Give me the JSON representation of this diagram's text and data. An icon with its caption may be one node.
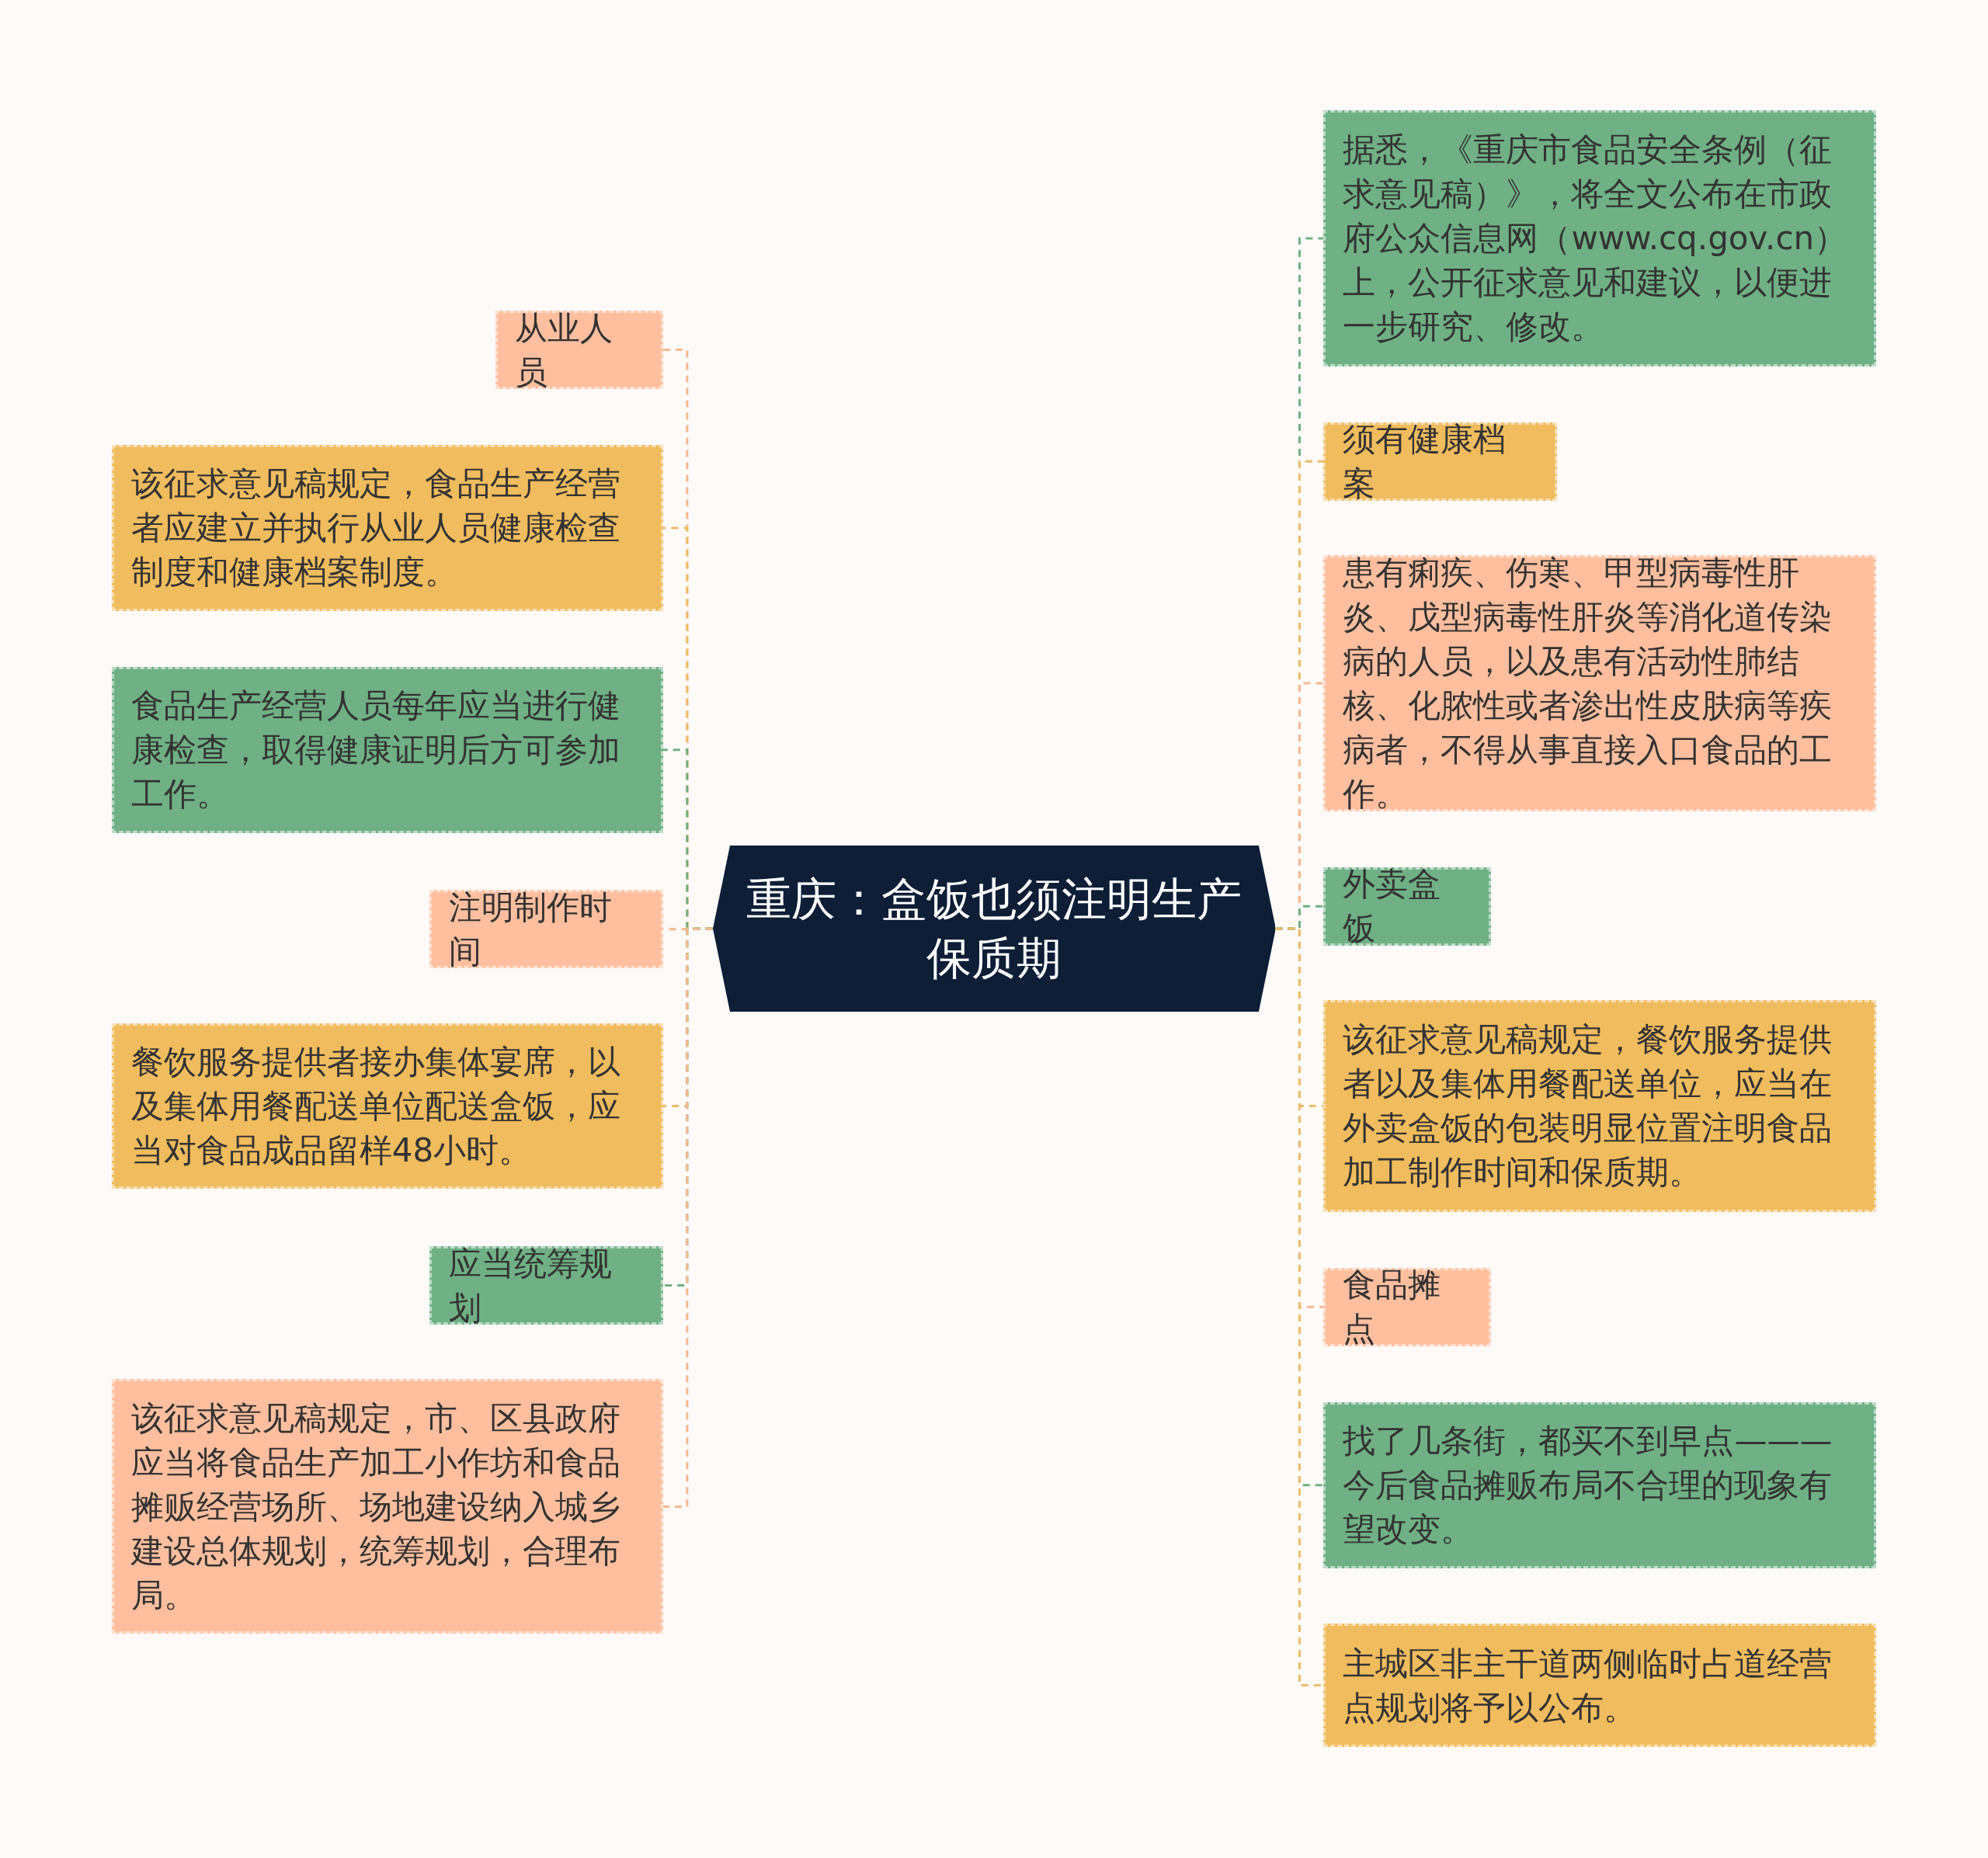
{
  "diagram": {
    "nodes": [
      {
        "text": [
          "重庆：盒饭也须注明生产保质期"
        ]
      },
      {
        "text": [
          "从业人员"
        ]
      },
      {
        "text": [
          "该征求意见稿规定，食品生产经营者应建立并执行从业人员健康检查制度和健康档案制度。"
        ]
      },
      {
        "text": [
          "食品生产经营人员每年应当进行健康检查，取得健康证明后方可参加工作。"
        ]
      },
      {
        "text": [
          "注明制作时间"
        ]
      },
      {
        "text": [
          "餐饮服务提供者接办集体宴席，以及集体用餐配送单位配送盒饭，应当对食品成品留样48小时。"
        ]
      },
      {
        "text": [
          "应当统筹规划"
        ]
      },
      {
        "text": [
          "该征求意见稿规定，市、区县政府应当将食品生产加工小作坊和食品摊贩经营场所、场地建设纳入城乡建设总体规划，统筹规划，合理布局。"
        ]
      },
      {
        "text": [
          "据悉，《重庆市食品安全条例（征求意见稿）》，将全文公布在市政府公众信息网（www.cq.gov.cn）上，公开征求意见和建议，以便进一步研究、修改。"
        ]
      },
      {
        "text": [
          "须有健康档案"
        ]
      },
      {
        "text": [
          "患有痢疾、伤寒、甲型病毒性肝炎、戊型病毒性肝炎等消化道传染病的人员，以及患有活动性肺结核、化脓性或者渗出性皮肤病等疾病者，不得从事直接入口食品的工作。"
        ]
      },
      {
        "text": [
          "外卖盒饭"
        ]
      },
      {
        "text": [
          "该征求意见稿规定，餐饮服务提供者以及集体用餐配送单位，应当在外卖盒饭的包装明显位置注明食品加工制作时间和保质期。"
        ]
      },
      {
        "text": [
          "食品摊点"
        ]
      },
      {
        "text": [
          "找了几条街，都买不到早点———今后食品摊贩布局不合理的现象有望改变。"
        ]
      },
      {
        "text": [
          "主城区非主干道两侧临时占道经营点规划将予以公布。"
        ]
      }
    ],
    "edges": [
      {
        "from": 0,
        "to": 1,
        "arrow": "none",
        "style": "dashed",
        "color": "#f5b98f"
      },
      {
        "from": 0,
        "to": 2,
        "arrow": "none",
        "style": "dashed",
        "color": "#edbd6a"
      },
      {
        "from": 0,
        "to": 3,
        "arrow": "none",
        "style": "dashed",
        "color": "#70b085"
      },
      {
        "from": 0,
        "to": 4,
        "arrow": "none",
        "style": "dashed",
        "color": "#f5b98f"
      },
      {
        "from": 0,
        "to": 5,
        "arrow": "none",
        "style": "dashed",
        "color": "#edbd6a"
      },
      {
        "from": 0,
        "to": 6,
        "arrow": "none",
        "style": "dashed",
        "color": "#70b085"
      },
      {
        "from": 0,
        "to": 7,
        "arrow": "none",
        "style": "dashed",
        "color": "#f5b98f"
      },
      {
        "from": 0,
        "to": 8,
        "arrow": "none",
        "style": "dashed",
        "color": "#70b085"
      },
      {
        "from": 0,
        "to": 9,
        "arrow": "none",
        "style": "dashed",
        "color": "#edbd6a"
      },
      {
        "from": 0,
        "to": 10,
        "arrow": "none",
        "style": "dashed",
        "color": "#f5b98f"
      },
      {
        "from": 0,
        "to": 11,
        "arrow": "none",
        "style": "dashed",
        "color": "#70b085"
      },
      {
        "from": 0,
        "to": 12,
        "arrow": "none",
        "style": "dashed",
        "color": "#edbd6a"
      },
      {
        "from": 0,
        "to": 13,
        "arrow": "none",
        "style": "dashed",
        "color": "#f5b98f"
      },
      {
        "from": 0,
        "to": 14,
        "arrow": "none",
        "style": "dashed",
        "color": "#70b085"
      },
      {
        "from": 0,
        "to": 15,
        "arrow": "none",
        "style": "dashed",
        "color": "#edbd6a"
      }
    ]
  }
}
